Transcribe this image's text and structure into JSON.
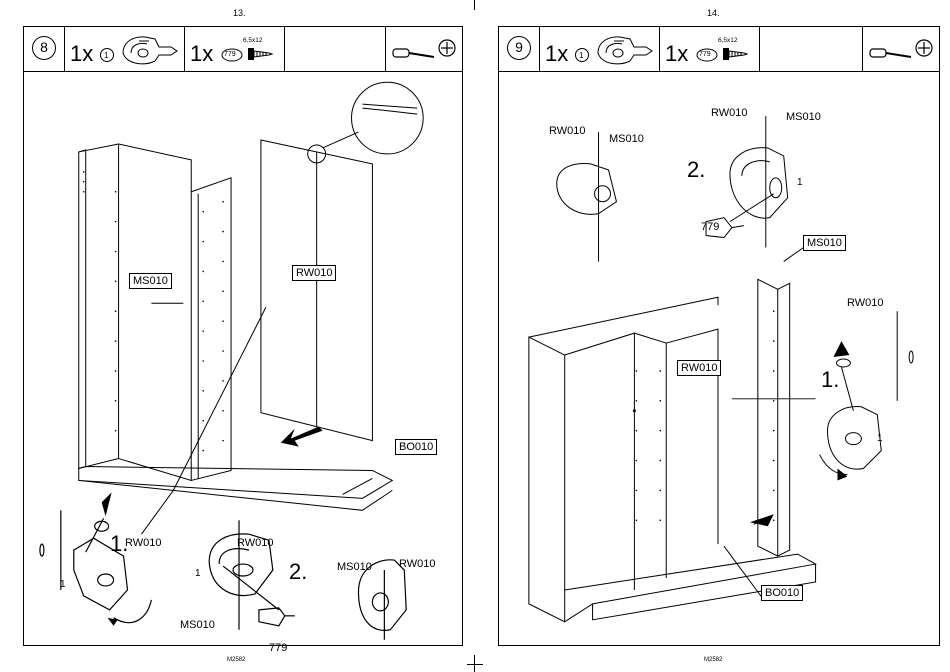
{
  "pages": [
    {
      "number": "13.",
      "step": "8",
      "qty1": "1x",
      "part1": "1",
      "qty2": "1x",
      "part2": "779",
      "screw_size": "6,5x12",
      "labels": {
        "ms010_box": "MS010",
        "rw010_box": "RW010",
        "bo010_box": "BO010",
        "rw010_a": "RW010",
        "rw010_b": "RW010",
        "rw010_c": "RW010",
        "ms010_a": "MS010",
        "ms010_b": "MS010",
        "step1": "1.",
        "step2": "2.",
        "one_a": "1",
        "one_b": "1",
        "screw": "779"
      },
      "footer": "M2582"
    },
    {
      "number": "14.",
      "step": "9",
      "qty1": "1x",
      "part1": "1",
      "qty2": "1x",
      "part2": "779",
      "screw_size": "6,5x12",
      "labels": {
        "rw010_a": "RW010",
        "ms010_a": "MS010",
        "rw010_b": "RW010",
        "ms010_b": "MS010",
        "step2": "2.",
        "one_a": "1",
        "screw": "779",
        "ms010_box": "MS010",
        "rw010_c": "RW010",
        "rw010_box": "RW010",
        "step1": "1.",
        "one_b": "1",
        "bo010_box": "BO010"
      },
      "footer": "M2582"
    }
  ]
}
